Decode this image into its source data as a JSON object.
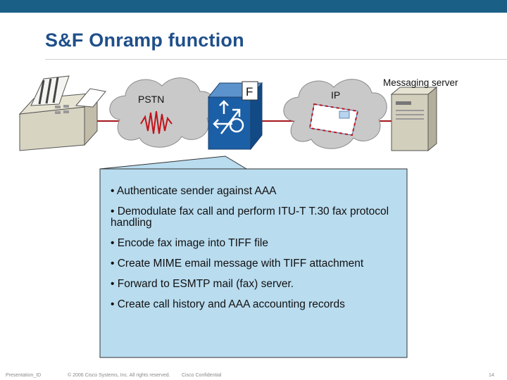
{
  "slide": {
    "title": "S&F Onramp function"
  },
  "diagram": {
    "pstn_label": "PSTN",
    "ip_label": "IP",
    "gateway_label": "F",
    "server_label": "Messaging server"
  },
  "callout": {
    "bullets": [
      "• Authenticate sender against AAA",
      "• Demodulate fax call and perform ITU-T T.30 fax protocol handling",
      "• Encode fax image into TIFF file",
      "• Create MIME email message with TIFF attachment",
      "• Forward to ESMTP mail (fax) server.",
      "• Create call history and AAA accounting records"
    ]
  },
  "footer": {
    "presentation_id": "Presentation_ID",
    "copyright": "© 2006 Cisco Systems, Inc. All rights reserved.",
    "confidential": "Cisco Confidential",
    "page_number": "14"
  },
  "colors": {
    "title": "#1f4f8a",
    "topbar": "#1a5f86",
    "callout_fill": "#b9dcef",
    "link_line": "#a4161a",
    "gateway": "#1b5fa7"
  }
}
